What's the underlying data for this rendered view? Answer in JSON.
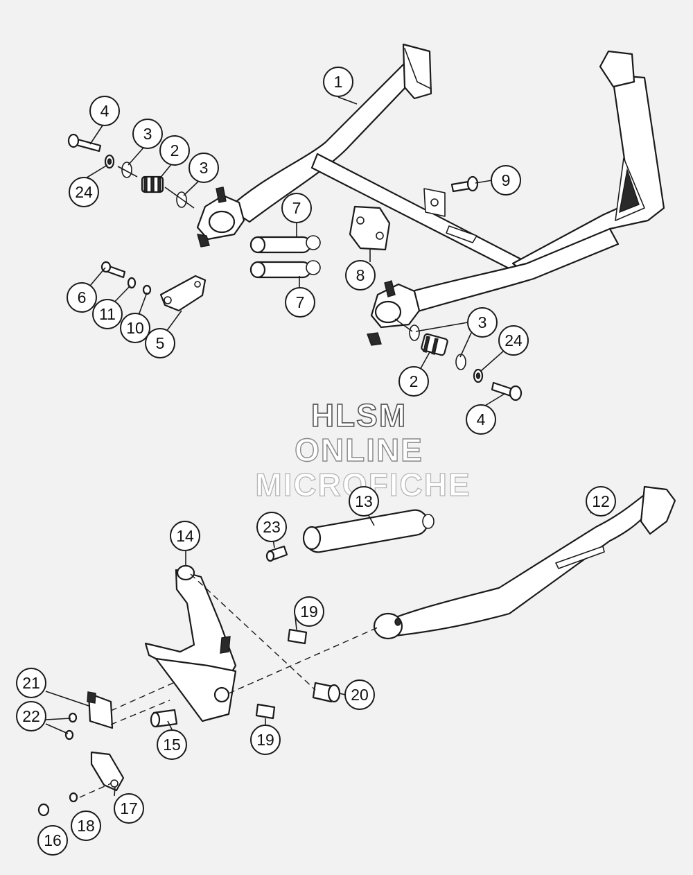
{
  "watermark": {
    "line1": "HLSM",
    "line2": "ONLINE",
    "line3": "MICROFICHE"
  },
  "callouts": [
    "1",
    "2",
    "3",
    "4",
    "5",
    "6",
    "7",
    "8",
    "9",
    "10",
    "11",
    "12",
    "13",
    "14",
    "15",
    "16",
    "17",
    "18",
    "19",
    "20",
    "21",
    "22",
    "23",
    "24"
  ]
}
